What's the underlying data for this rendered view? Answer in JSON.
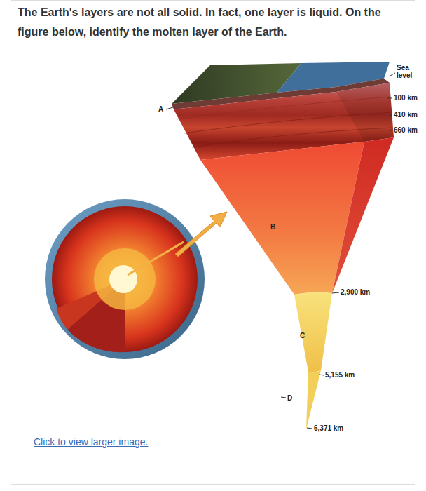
{
  "diagram": {
    "title": "The Earth's layers are not all solid. In fact, one layer is liquid. On the figure below, identify the molten layer of the Earth.",
    "labels": [
      "Sea level",
      "100 km",
      "410 km",
      "660 km",
      "A",
      "B",
      "C",
      "D",
      "2,900 km",
      "5,155 km",
      "6,371 km",
      "Click to view larger image."
    ]
  }
}
